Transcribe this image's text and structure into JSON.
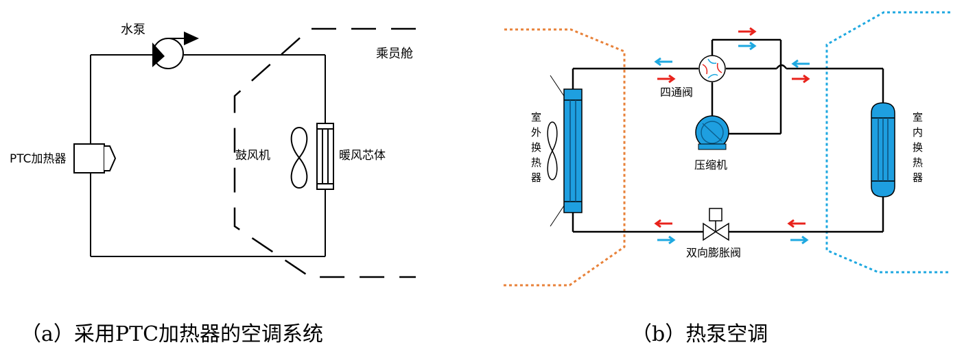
{
  "diagram_a": {
    "pump_label": "水泵",
    "cabin_label": "乘员舱",
    "ptc_label": "PTC加热器",
    "blower_label": "鼓风机",
    "heater_core_label": "暖风芯体",
    "caption": "（a）采用PTC加热器的空调系统"
  },
  "diagram_b": {
    "four_way_valve_label": "四通阀",
    "compressor_label": "压缩机",
    "outdoor_hx_label": [
      "室",
      "外",
      "换",
      "热",
      "器"
    ],
    "indoor_hx_label": [
      "室",
      "内",
      "换",
      "热",
      "器"
    ],
    "expansion_valve_label": "双向膨胀阀",
    "caption": "（b）热泵空调"
  },
  "colors": {
    "heating_arrow": "#e8231c",
    "cooling_arrow": "#1ea8e0",
    "outdoor_boundary": "#e8823a",
    "indoor_boundary": "#1ea8e0",
    "hx_fill": "#1e9fe0"
  }
}
